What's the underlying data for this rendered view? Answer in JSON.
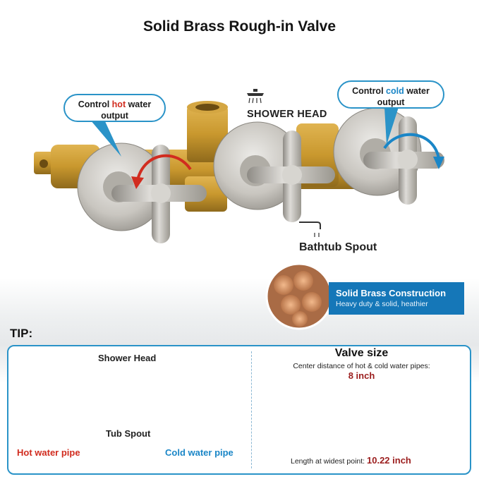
{
  "title": "Solid Brass Rough-in Valve",
  "callout_hot": {
    "pre": "Control ",
    "highlight": "hot",
    "post": " water",
    "line2": "output"
  },
  "callout_cold": {
    "pre": "Control ",
    "highlight": "cold",
    "post": " water",
    "line2": "output"
  },
  "shower_head_label": "SHOWER HEAD",
  "bathtub_spout_label": "Bathtub Spout",
  "brass_badge": {
    "title": "Solid Brass Construction",
    "subtitle": "Heavy duty & solid, heathier"
  },
  "tip": {
    "label": "TIP:",
    "diagram": {
      "shower_head": "Shower Head",
      "tub_spout": "Tub Spout",
      "hot_pipe": "Hot water pipe",
      "cold_pipe": "Cold water pipe"
    },
    "valve_size": {
      "title": "Valve size",
      "subtitle": "Center distance of hot & cold water pipes:",
      "center_distance": "8 inch",
      "length_label": "Length at widest point:",
      "length_value": "10.22 inch"
    }
  },
  "colors": {
    "accent": "#2a93c8",
    "hot": "#d12c1f",
    "cold": "#1a86c7",
    "banner": "#1577b8",
    "brass": "#c9982e",
    "nickel": "#b9b6b0"
  },
  "icons": [
    "shower-head-icon",
    "bathtub-spout-icon",
    "rotate-arrow-hot-icon",
    "rotate-arrow-cold-icon"
  ]
}
